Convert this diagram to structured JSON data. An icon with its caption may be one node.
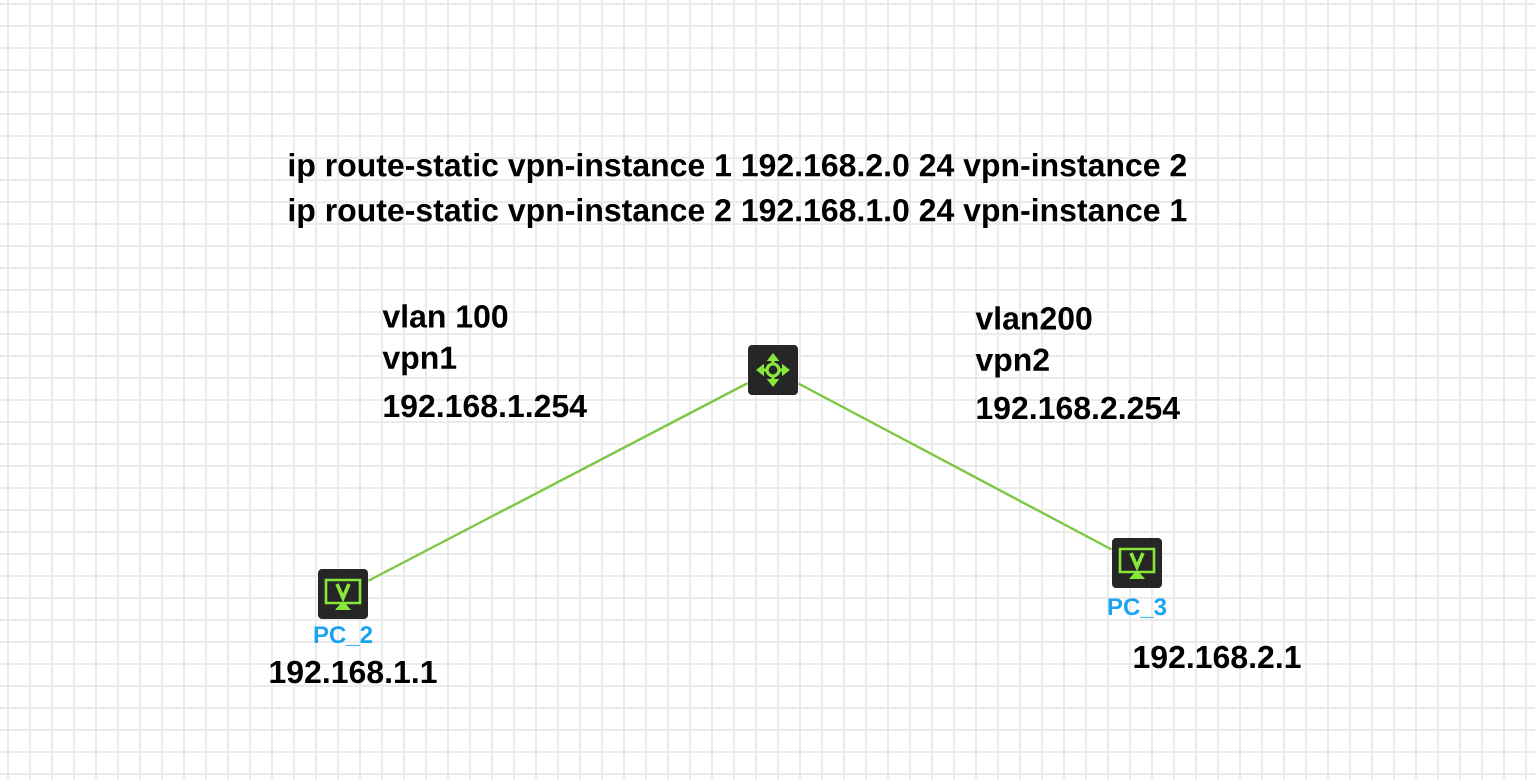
{
  "diagram": {
    "nodes": [
      {
        "text": [],
        "shape": "picture"
      },
      {
        "text": [
          "PC_2"
        ],
        "beside": [
          "192.168.1.1"
        ]
      },
      {
        "text": [
          "PC_3"
        ],
        "beside": [
          "192.168.2.1"
        ]
      }
    ],
    "edges": [
      {
        "from": 0,
        "to": 1,
        "arrow": "none"
      },
      {
        "from": 0,
        "to": 2,
        "arrow": "none"
      }
    ],
    "labels": [
      "ip route-static vpn-instance 1 192.168.2.0 24 vpn-instance 2",
      "ip route-static vpn-instance 2 192.168.1.0 24 vpn-instance 1",
      "vlan 100",
      "vpn1",
      "192.168.1.254",
      "vlan200",
      "vpn2",
      "192.168.2.254"
    ]
  }
}
